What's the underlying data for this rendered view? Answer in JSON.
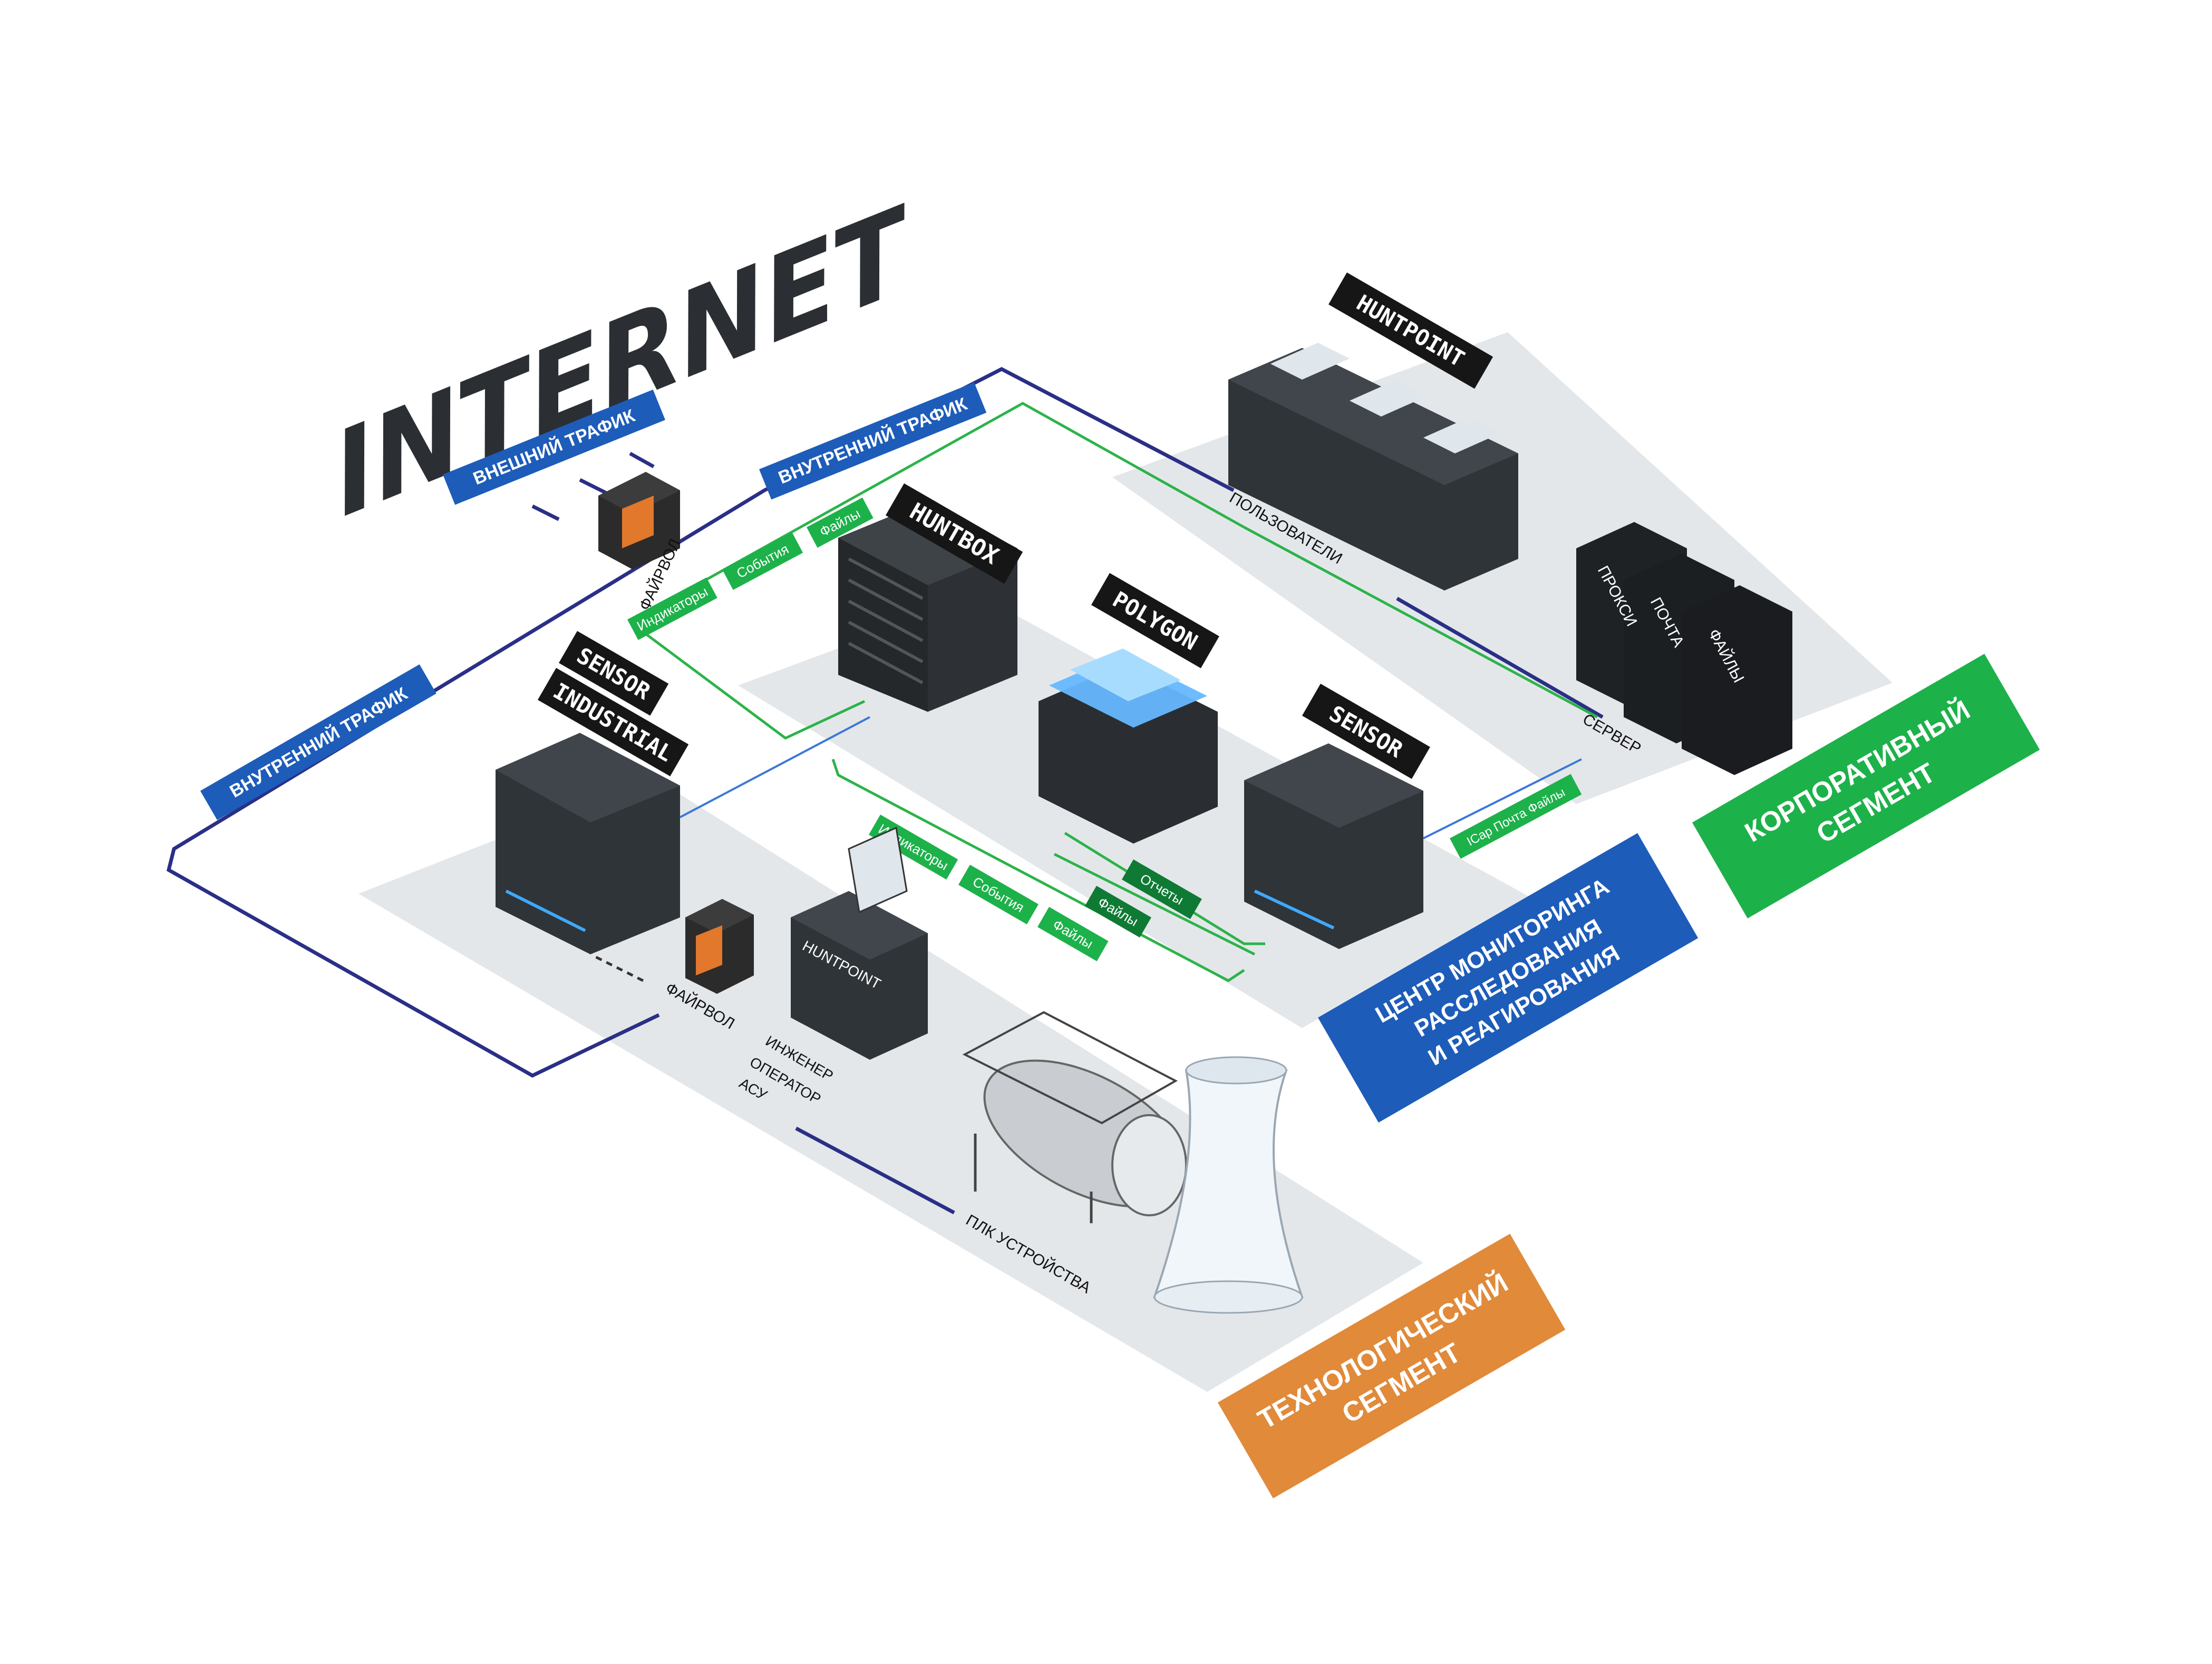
{
  "title": "INTERNET",
  "traffic": {
    "external": "ВНЕШНИЙ ТРАФИК",
    "internal_top": "ВНУТРЕННИЙ ТРАФИК",
    "internal_left": "ВНУТРЕННИЙ ТРАФИК"
  },
  "devices": {
    "huntbox": "HUNTBOX",
    "polygon": "POLYGON",
    "sensor": "SENSOR",
    "sensor_industrial_1": "SENSOR",
    "sensor_industrial_2": "INDUSTRIAL",
    "huntpoint_top": "HUNTPOINT",
    "huntpoint_bottom": "HUNTPOINT",
    "proxy": "ПРОКСИ",
    "mail": "ПОЧТА",
    "files_server": "ФАЙЛЫ"
  },
  "labels": {
    "firewall_top": "ФАЙРВОЛ",
    "firewall_bottom": "ФАЙРВОЛ",
    "users": "ПОЛЬЗОВАТЕЛИ",
    "server": "СЕРВЕР",
    "engineer_1": "ИНЖЕНЕР",
    "engineer_2": "ОПЕРАТОР",
    "engineer_3": "АСУ",
    "plc": "ПЛК УСТРОЙСТВА"
  },
  "flows": {
    "top_indicators": "Индикаторы",
    "top_events": "События",
    "top_files": "Файлы",
    "mid_indicators": "Индикаторы",
    "mid_events": "События",
    "mid_files": "Файлы",
    "reports": "Отчеты",
    "polygon_files": "Файлы",
    "icap": "ICap Почта Файлы"
  },
  "segments": {
    "corporate_1": "КОРПОРАТИВНЫЙ",
    "corporate_2": "СЕГМЕНТ",
    "center_1": "ЦЕНТР МОНИТОРИНГА",
    "center_2": "РАССЛЕДОВАНИЯ",
    "center_3": "И РЕАГИРОВАНИЯ",
    "tech_1": "ТЕХНОЛОГИЧЕСКИЙ",
    "tech_2": "СЕГМЕНТ"
  },
  "colors": {
    "navy_line": "#2a2f86",
    "green_line": "#2cb34a",
    "blue_tag": "#1d5cb9",
    "green_segment": "#1db14a",
    "orange_segment": "#e08a3a",
    "blue_segment": "#1d5cb9"
  },
  "icons": [
    "flame-icon",
    "laptop-icon",
    "cooling-tower-icon",
    "tank-icon"
  ]
}
